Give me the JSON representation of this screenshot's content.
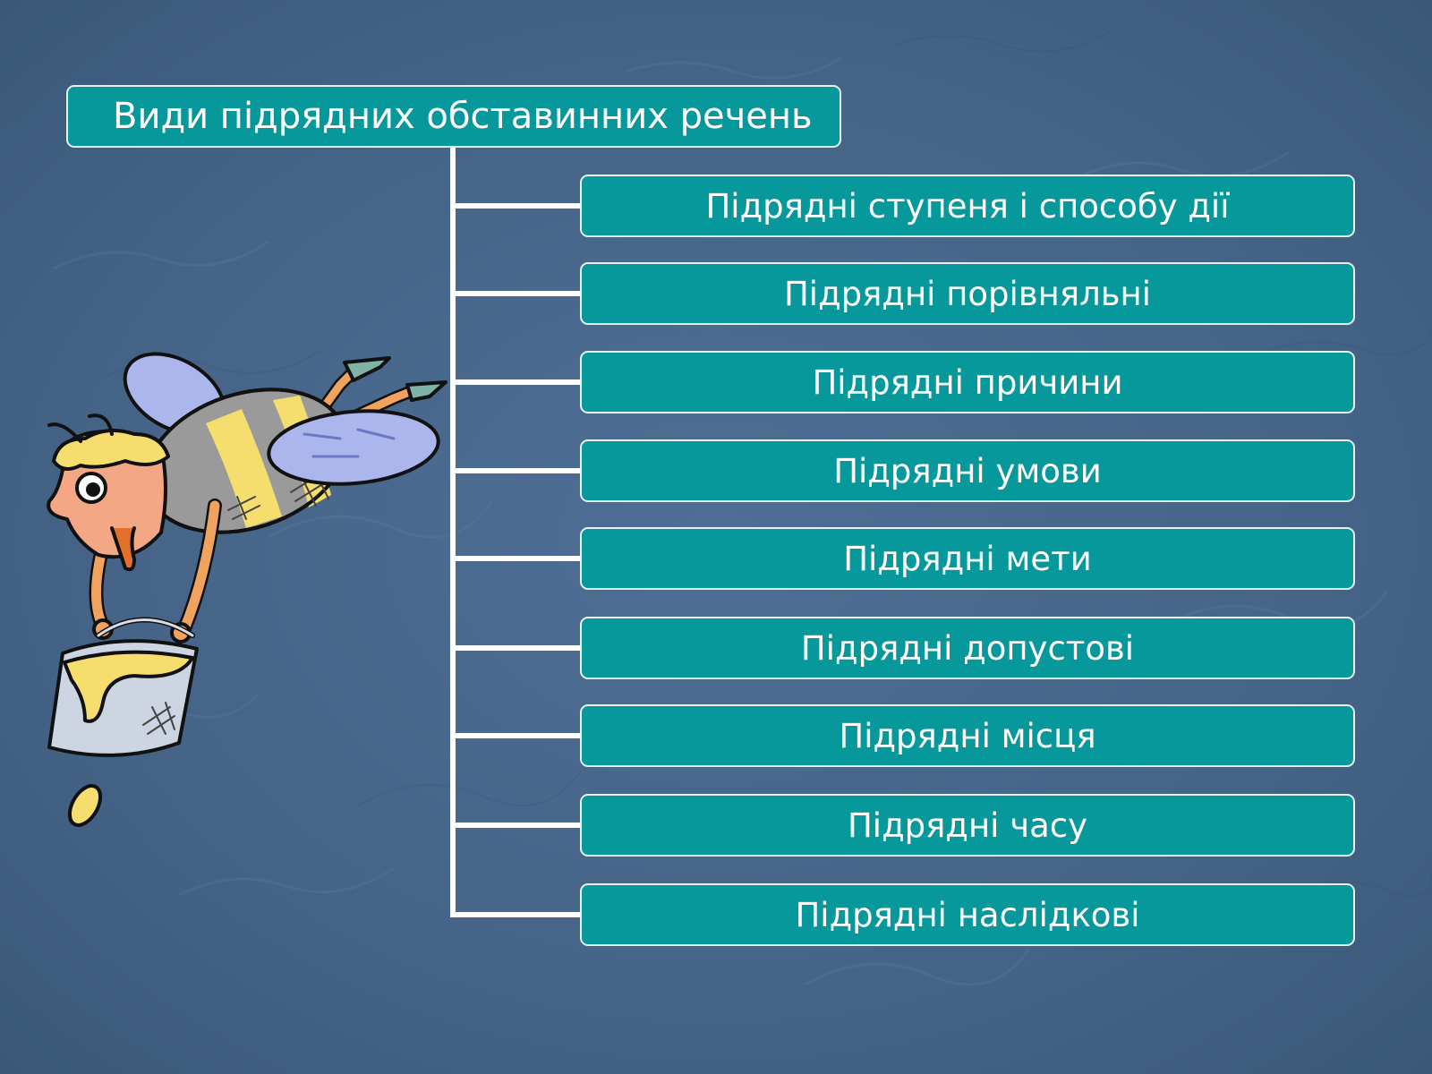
{
  "diagram": {
    "title": "Види  підрядних обставинних речень",
    "items": [
      "Підрядні ступеня і способу дії",
      "Підрядні порівняльні",
      "Підрядні причини",
      "Підрядні умови",
      "Підрядні мети",
      "Підрядні допустові",
      "Підрядні місця",
      "Підрядні часу",
      "Підрядні наслідкові"
    ]
  },
  "colors": {
    "background": "#4a698f",
    "box_fill": "#06989a",
    "box_border": "#e6f2f2",
    "connector": "#ffffff",
    "text": "#ffffff"
  },
  "illustration": {
    "icon": "bee-carrying-honey-bucket-icon"
  }
}
